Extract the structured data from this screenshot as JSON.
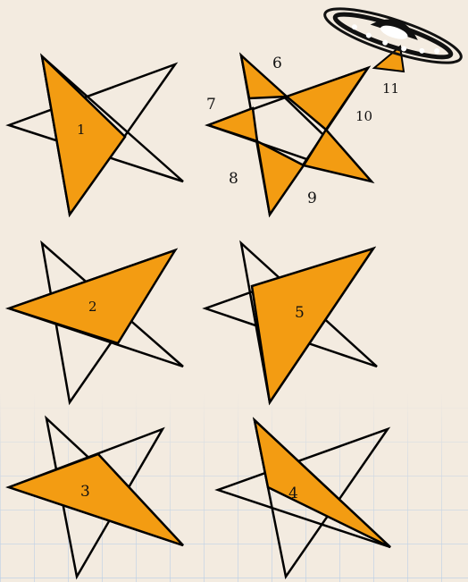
{
  "colors": {
    "background": "#f3ebe0",
    "fill": "#f39c12",
    "stroke": "#000000",
    "grid": "#b8cde6"
  },
  "stars": [
    {
      "label": "1"
    },
    {
      "label": "2"
    },
    {
      "label": "3"
    },
    {
      "label": "4"
    },
    {
      "label": "5"
    },
    {
      "labels": [
        "6",
        "7",
        "8",
        "9",
        "10",
        "11"
      ]
    }
  ],
  "ufo": {
    "icon": "ufo-icon"
  }
}
